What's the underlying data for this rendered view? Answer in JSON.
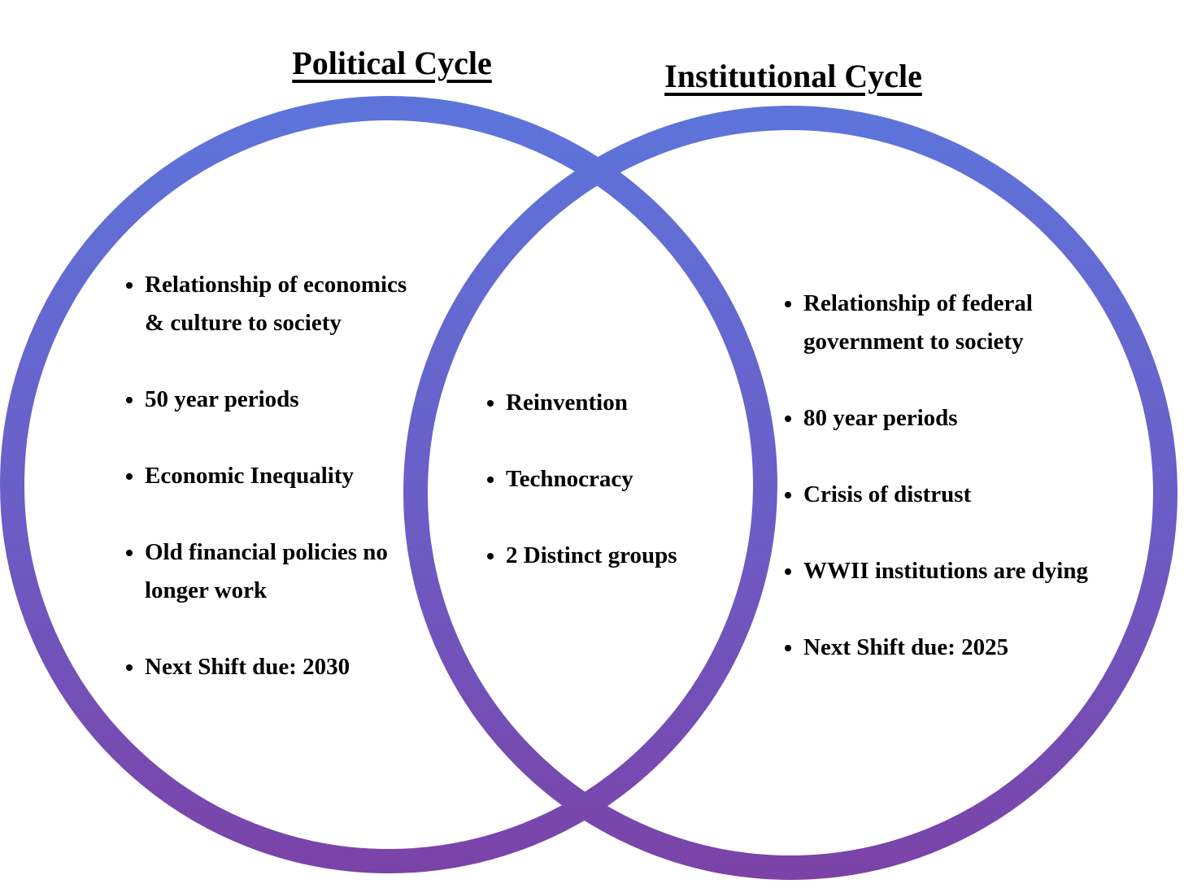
{
  "diagram": {
    "type": "venn",
    "left_circle": {
      "title": "Political Cycle",
      "items": [
        "Relationship of economics & culture to society",
        "50 year periods",
        "Economic Inequality",
        "Old financial policies no longer work",
        "Next Shift due: 2030"
      ]
    },
    "intersection": {
      "items": [
        "Reinvention",
        "Technocracy",
        "2 Distinct groups"
      ]
    },
    "right_circle": {
      "title": "Institutional Cycle",
      "items": [
        "Relationship of federal government to society",
        "80 year periods",
        "Crisis of distrust",
        "WWII institutions are dying",
        "Next Shift due: 2025"
      ]
    },
    "colors": {
      "gradient_top": "#5C75DB",
      "gradient_mid": "#6A5FC8",
      "gradient_bottom": "#7B42A7",
      "text": "#000000",
      "background": "#FFFFFF"
    }
  }
}
